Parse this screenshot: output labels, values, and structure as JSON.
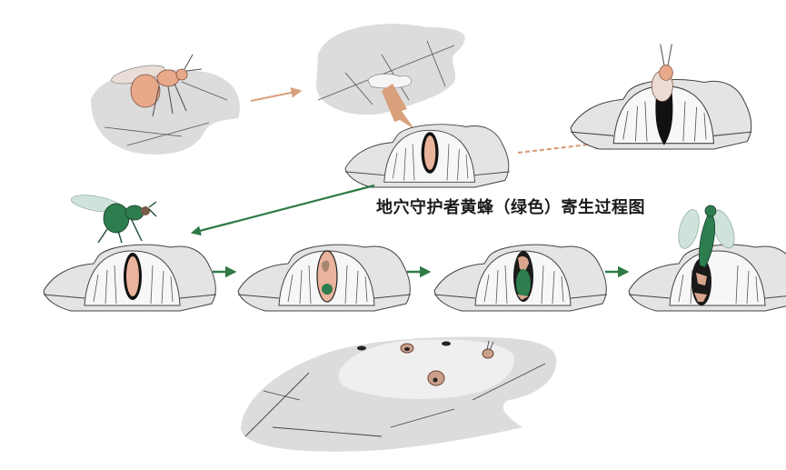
{
  "title": "地穴守护者黄蜂（绿色）寄生过程图",
  "colors": {
    "leaf_gray": "#dcdcdc",
    "gall_white": "#f2f2f2",
    "outline": "#3a3a3a",
    "host_wasp": "#e8a98a",
    "host_larva": "#e9b39c",
    "parasite_green": "#2e7d4f",
    "arrow_orange": "#d9a07c",
    "arrow_green": "#2f7a45",
    "cavity_dark": "#111111"
  },
  "stages": {
    "top_row": [
      {
        "id": "host-wasp-on-leaf",
        "label": "host wasp (orange) on leaf"
      },
      {
        "id": "eggs-on-leaf",
        "label": "eggs laid on leaf, gall forms"
      },
      {
        "id": "gall-with-host-larva",
        "label": "gall with host larva"
      },
      {
        "id": "host-emerges",
        "label": "host wasp emerges from gall"
      }
    ],
    "middle_row": [
      {
        "id": "parasite-lays-egg",
        "label": "green wasp on gall"
      },
      {
        "id": "parasite-larva-feeding",
        "label": "parasite larva inside host"
      },
      {
        "id": "parasite-grows",
        "label": "parasite larva grows"
      },
      {
        "id": "parasite-emerges",
        "label": "green wasp emerges"
      }
    ],
    "bottom": {
      "id": "leaf-with-exit-holes",
      "label": "leaf gall with exit holes"
    }
  },
  "arrows": [
    {
      "from": "host-wasp-on-leaf",
      "to": "eggs-on-leaf",
      "style": "solid",
      "color": "orange"
    },
    {
      "from": "eggs-on-leaf",
      "to": "gall-with-host-larva",
      "style": "thick",
      "color": "orange"
    },
    {
      "from": "gall-with-host-larva",
      "to": "host-emerges",
      "style": "dashed",
      "color": "orange"
    },
    {
      "from": "gall-with-host-larva",
      "to": "parasite-lays-egg",
      "style": "solid",
      "color": "green"
    },
    {
      "from": "parasite-lays-egg",
      "to": "parasite-larva-feeding",
      "style": "short",
      "color": "green"
    },
    {
      "from": "parasite-larva-feeding",
      "to": "parasite-grows",
      "style": "short",
      "color": "green"
    },
    {
      "from": "parasite-grows",
      "to": "parasite-emerges",
      "style": "short",
      "color": "green"
    }
  ]
}
